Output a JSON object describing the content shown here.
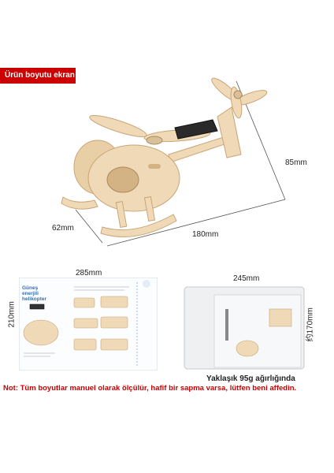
{
  "badge": {
    "label": "Ürün boyutu ekran"
  },
  "dimensions": {
    "height": "85mm",
    "depth": "62mm",
    "length": "180mm",
    "card_width": "285mm",
    "card_height": "210mm",
    "bag_width": "245mm",
    "bag_height": "约170mm"
  },
  "card": {
    "title_line1": "Güneş",
    "title_line2": "enerjili",
    "title_line3": "helikopter"
  },
  "bag": {
    "weight_caption": "Yaklaşık 95g ağırlığında"
  },
  "note": {
    "text": "Not: Tüm boyutlar manuel olarak ölçülür, hafif bir sapma varsa, lütfen beni affedin."
  },
  "colors": {
    "badge_bg": "#cc0000",
    "note_text": "#cc0000",
    "wood": "#efd9b6",
    "wood_edge": "#c9a577"
  }
}
